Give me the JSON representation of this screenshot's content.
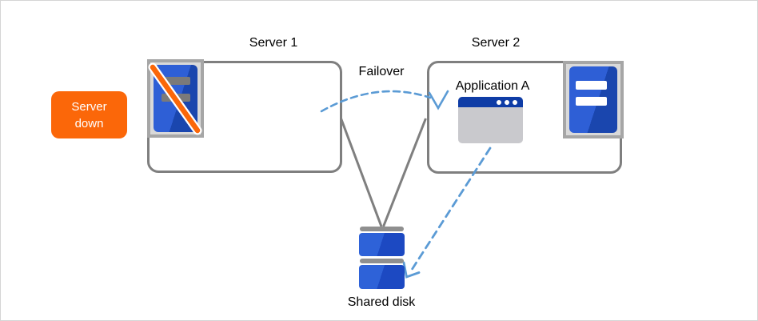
{
  "colors": {
    "canvas_border": "#d5d5d5",
    "text": "#000000",
    "orange": "#fb6709",
    "box_border": "#7f7f7f",
    "connector": "#7f7f7f",
    "dash_blue": "#5b9bd5",
    "blue_light": "#2e5fd6",
    "blue_dark": "#1a46ae",
    "frame_border": "#a6a6a6",
    "frame_fill": "#d9d9d9",
    "bar_gray": "#7a7a7a",
    "app_title_blue": "#0e3ca6",
    "app_body_gray": "#c9c9cd",
    "disk_bar_gray": "#8f8f8f",
    "disk_blue_light": "#2e62d8",
    "disk_blue_dark": "#1c49c2"
  },
  "status_badge": {
    "label": "Server down"
  },
  "server1": {
    "label": "Server 1",
    "icon": "server-tower-failed-icon"
  },
  "server2": {
    "label": "Server 2",
    "icon": "server-tower-icon",
    "application": {
      "label": "Application A",
      "icon": "application-window-icon"
    }
  },
  "failover": {
    "label": "Failover"
  },
  "shared_disk": {
    "label": "Shared disk",
    "icon": "disk-stack-icon"
  }
}
